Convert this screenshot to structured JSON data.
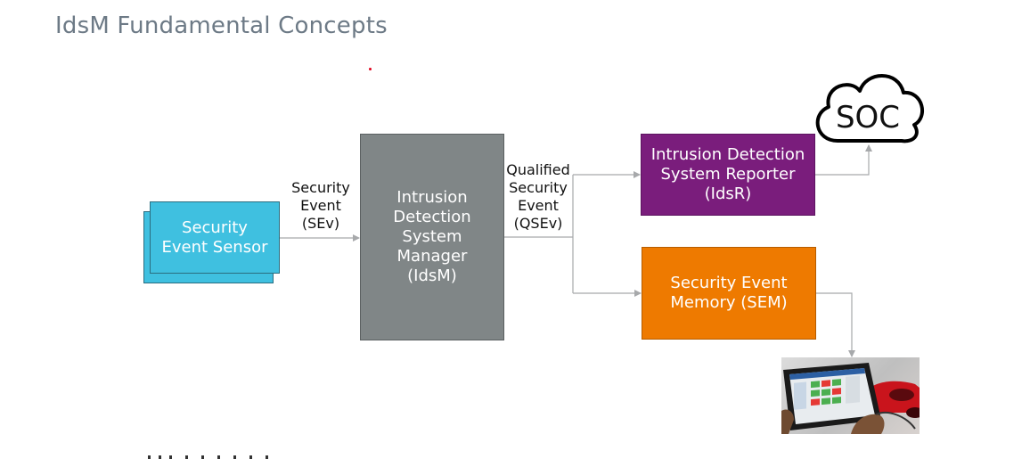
{
  "title": "IdsM Fundamental Concepts",
  "boxes": {
    "sensor": "Security\nEvent Sensor",
    "idsm": "Intrusion\nDetection\nSystem\nManager\n(IdsM)",
    "idsr": "Intrusion Detection\nSystem Reporter\n(IdsR)",
    "sem": "Security Event\nMemory (SEM)"
  },
  "labels": {
    "sev": "Security\nEvent\n(SEv)",
    "qsev": "Qualified\nSecurity\nEvent\n(QSEv)"
  },
  "cloud": {
    "label": "SOC"
  },
  "colors": {
    "sensor": "#3fc0e0",
    "idsm": "#808687",
    "idsr": "#7a1d7c",
    "sem": "#ee7a00",
    "title": "#6d7a86"
  }
}
